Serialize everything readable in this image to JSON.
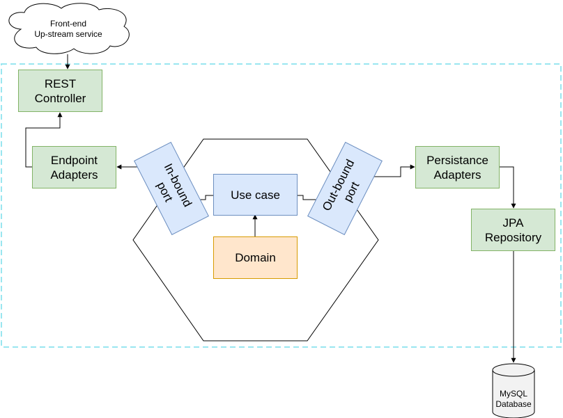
{
  "diagram": {
    "cloud_label": "Front-end\nUp-stream service",
    "boundary_color": "#99e6f0",
    "nodes": {
      "rest_controller": "REST\nController",
      "endpoint_adapters": "Endpoint\nAdapters",
      "inbound_port": "In-bound\nport",
      "use_case": "Use case",
      "domain": "Domain",
      "outbound_port": "Out-bound\nport",
      "persistence_adapters": "Persistance\nAdapters",
      "jpa_repository": "JPA\nRepository",
      "database": "MySQL\nDatabase"
    },
    "colors": {
      "green_fill": "#d5e8d4",
      "green_border": "#82b366",
      "blue_fill": "#dae8fc",
      "blue_border": "#6c8ebf",
      "orange_fill": "#ffe6cc",
      "orange_border": "#d79b00"
    }
  }
}
